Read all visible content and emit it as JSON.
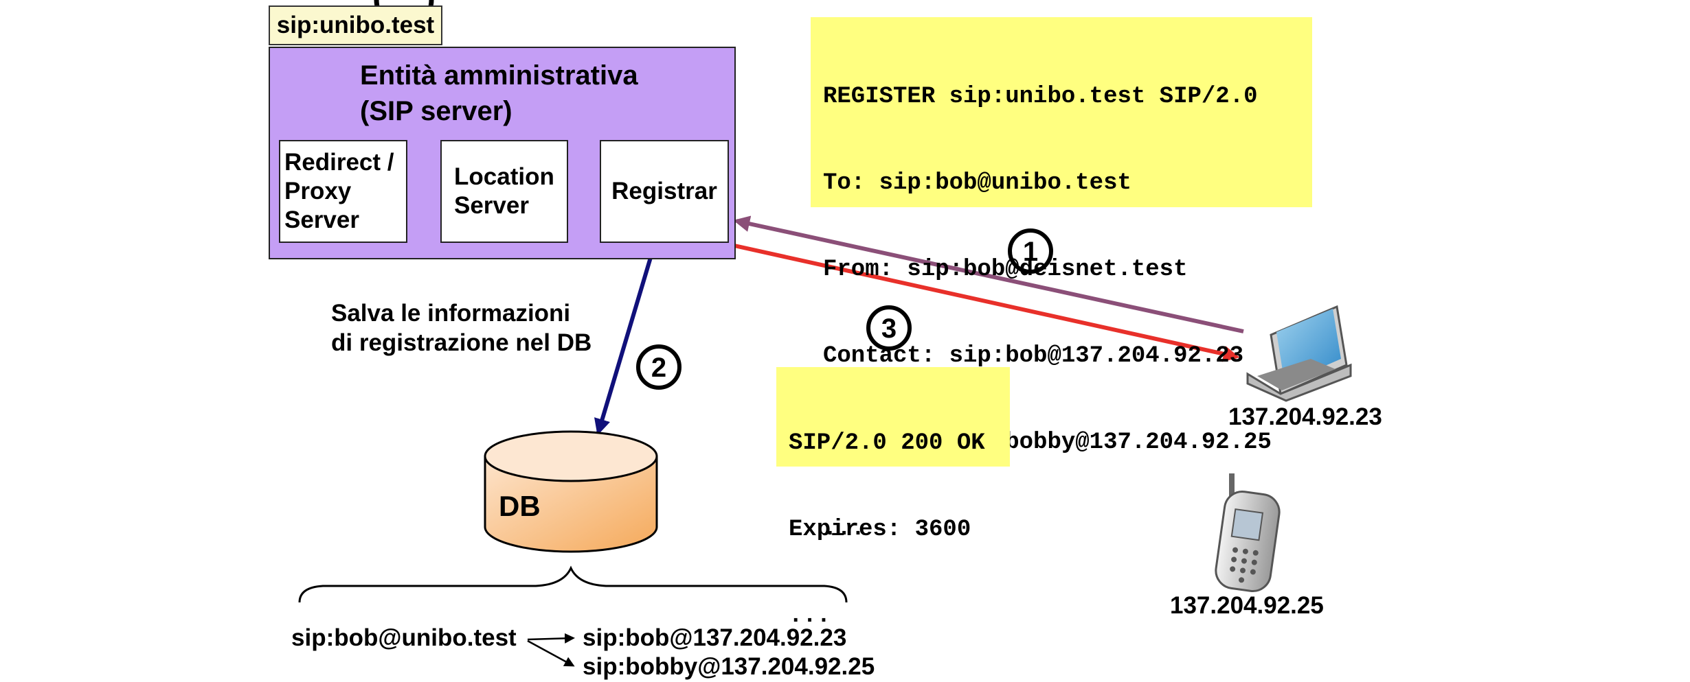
{
  "domain_tag": "sip:unibo.test",
  "server": {
    "title_line1": "Entità amministrativa",
    "title_line2": "(SIP server)",
    "components": {
      "redirect": [
        "Redirect /",
        "Proxy",
        "Server"
      ],
      "location": [
        "Location",
        "Server"
      ],
      "registrar": "Registrar"
    }
  },
  "register_message": [
    "REGISTER sip:unibo.test SIP/2.0",
    "To: sip:bob@unibo.test",
    "From: sip:bob@deisnet.test",
    "Contact: sip:bob@137.204.92.23",
    "         sip:bobby@137.204.92.25",
    "..."
  ],
  "response_message": [
    "SIP/2.0 200 OK",
    "Expires: 3600",
    "..."
  ],
  "save_info": [
    "Salva le informazioni",
    "di registrazione nel DB"
  ],
  "steps": [
    "1",
    "2",
    "3"
  ],
  "db_label": "DB",
  "devices": {
    "laptop_ip": "137.204.92.23",
    "phone_ip": "137.204.92.25"
  },
  "db_record": {
    "key": "sip:bob@unibo.test",
    "values": [
      "sip:bob@137.204.92.23",
      "sip:bobby@137.204.92.25"
    ]
  },
  "colors": {
    "server_box": "#c49ef5",
    "message_box": "#ffff80",
    "domain_tag": "#fbf8cf",
    "arrow_request": "#8b4f78",
    "arrow_response": "#e8302a",
    "arrow_db": "#10107a",
    "db_fill_light": "#fde4cc",
    "db_fill_dark": "#f5a95a"
  }
}
